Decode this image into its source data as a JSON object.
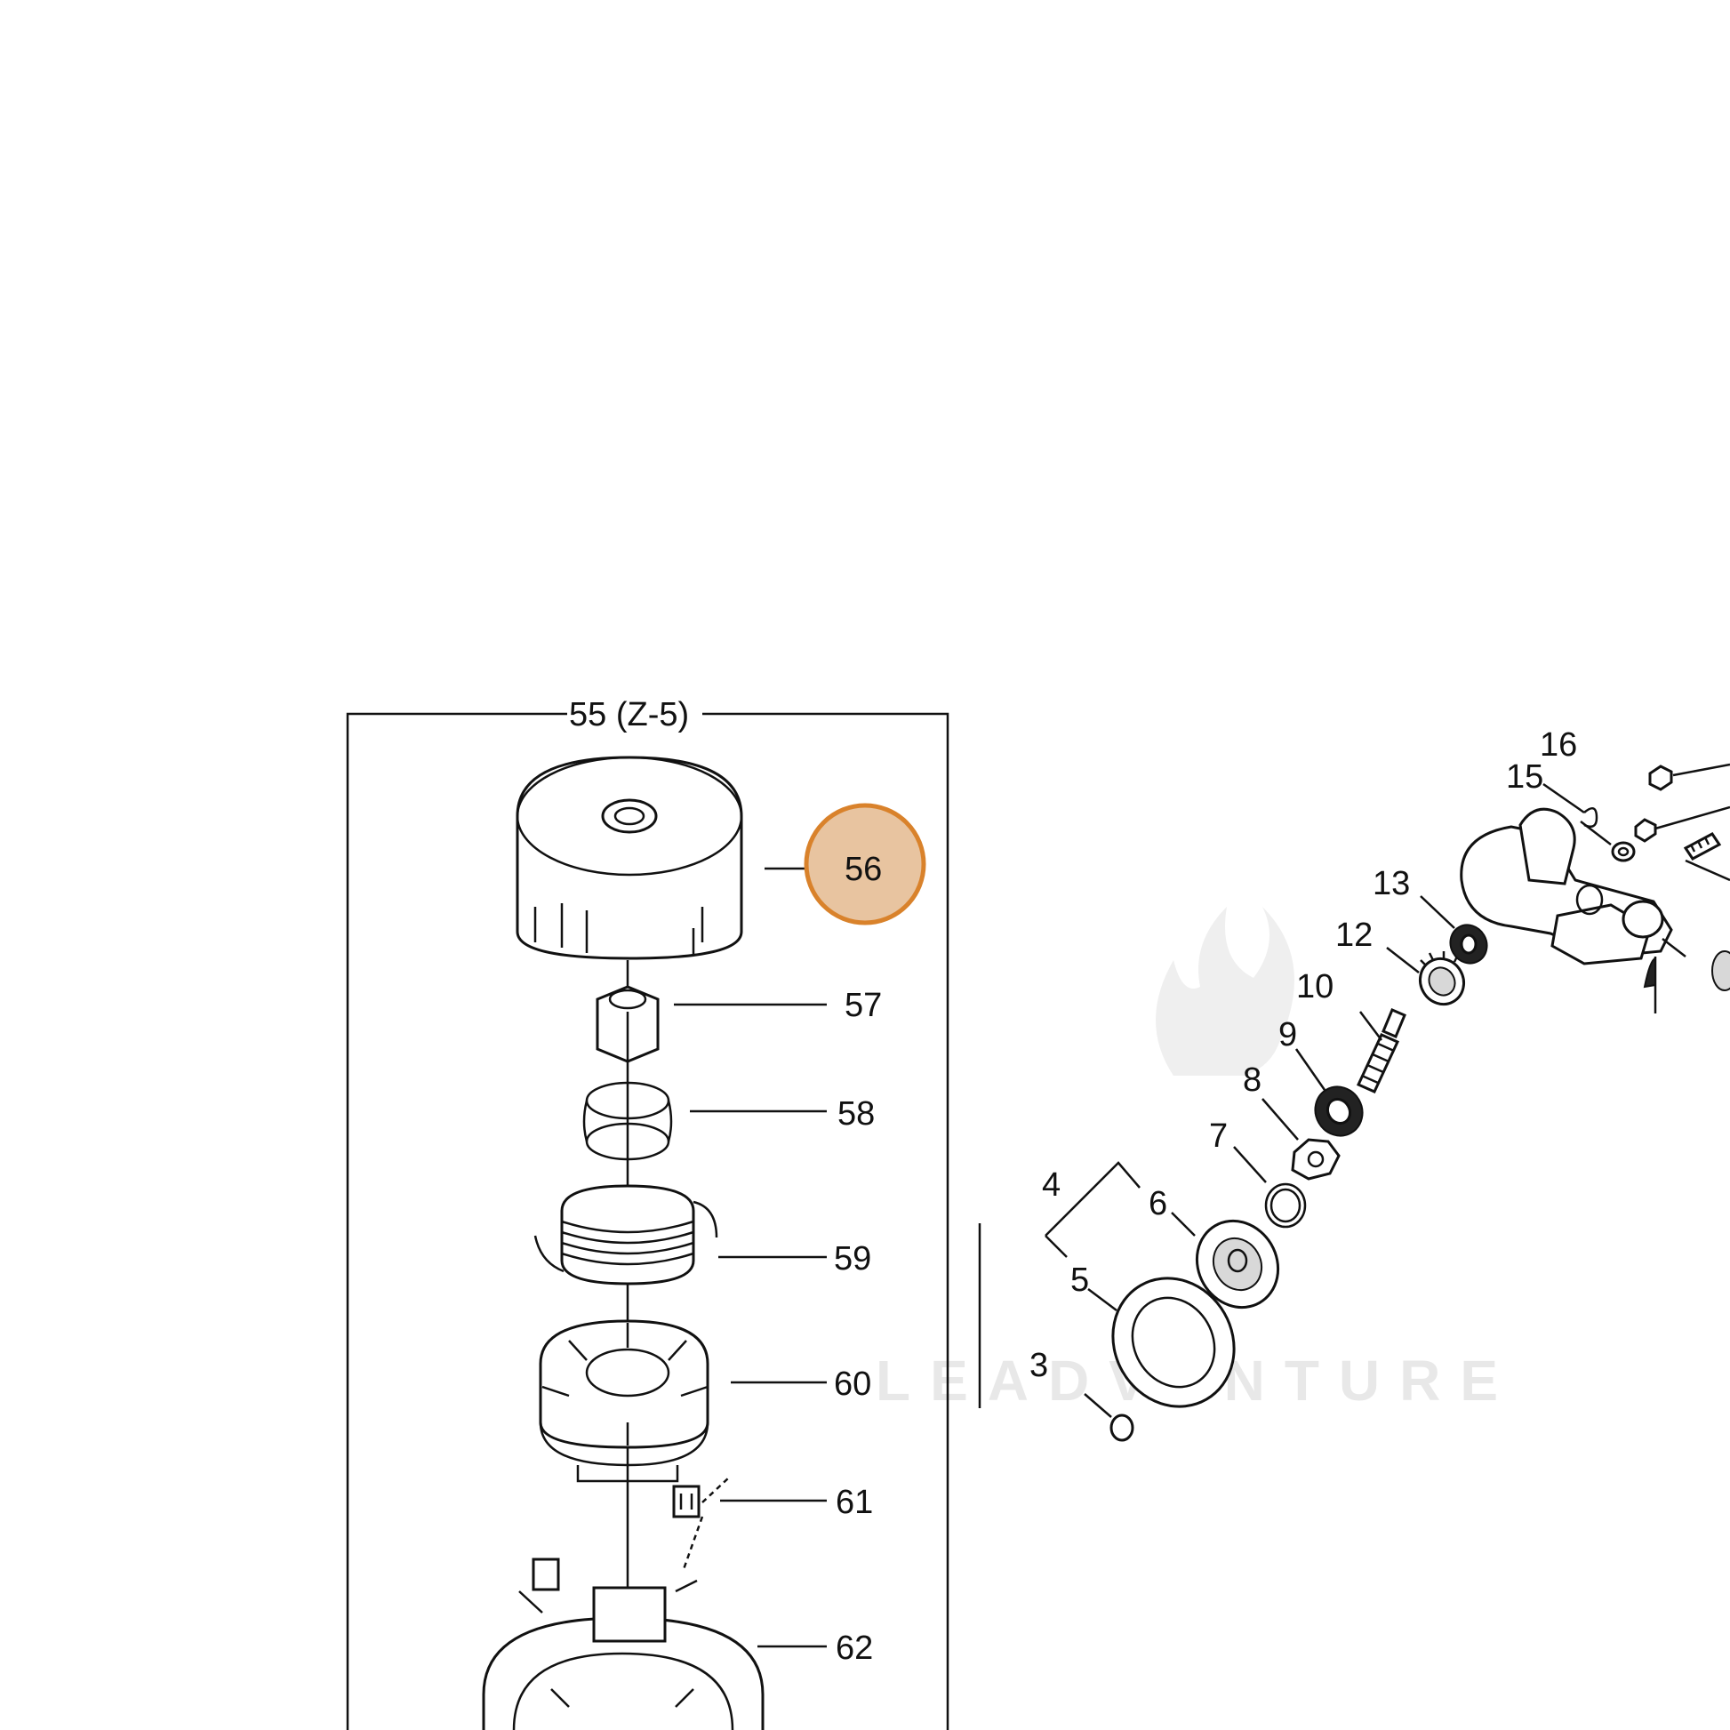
{
  "watermark": "LEADVENTURE",
  "assembly": {
    "label": "55 (Z-5)"
  },
  "highlight": {
    "label": "56",
    "fill": "#e8c4a0",
    "stroke": "#d9822b"
  },
  "labels": {
    "p57": "57",
    "p58": "58",
    "p59": "59",
    "p60": "60",
    "p61": "61",
    "p62": "62",
    "p3": "3",
    "p4": "4",
    "p5": "5",
    "p6": "6",
    "p7": "7",
    "p8": "8",
    "p9": "9",
    "p10": "10",
    "p12": "12",
    "p13": "13",
    "p15": "15",
    "p16": "16"
  }
}
